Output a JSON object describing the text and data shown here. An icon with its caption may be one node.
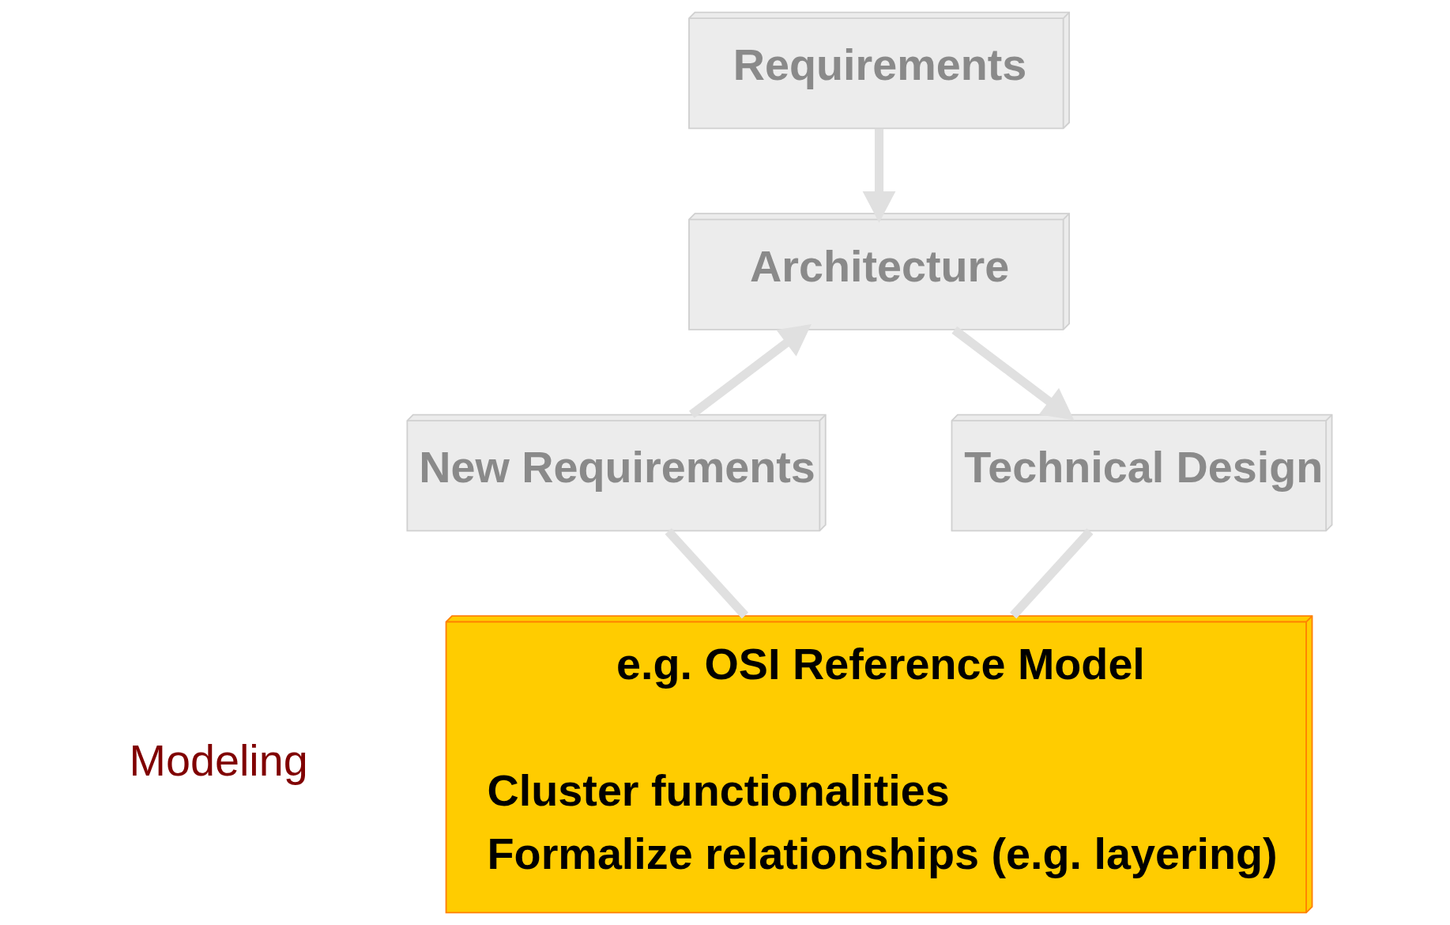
{
  "diagram": {
    "nodes": [
      {
        "text": [
          "Requirements"
        ]
      },
      {
        "text": [
          "Architecture"
        ]
      },
      {
        "text": [
          "New Requirements"
        ]
      },
      {
        "text": [
          "Technical Design"
        ]
      },
      {
        "text": [
          "e.g. OSI Reference Model",
          "Cluster functionalities",
          "Formalize relationships (e.g. layering)"
        ]
      }
    ],
    "edges": [
      {
        "from": 0,
        "to": 1,
        "arrow": "to"
      },
      {
        "from": 1,
        "to": 3,
        "arrow": "to"
      },
      {
        "from": 3,
        "to": 4,
        "arrow": "none"
      },
      {
        "from": 4,
        "to": 2,
        "arrow": "none"
      },
      {
        "from": 2,
        "to": 1,
        "arrow": "to"
      }
    ],
    "labels": [
      "Modeling"
    ]
  }
}
